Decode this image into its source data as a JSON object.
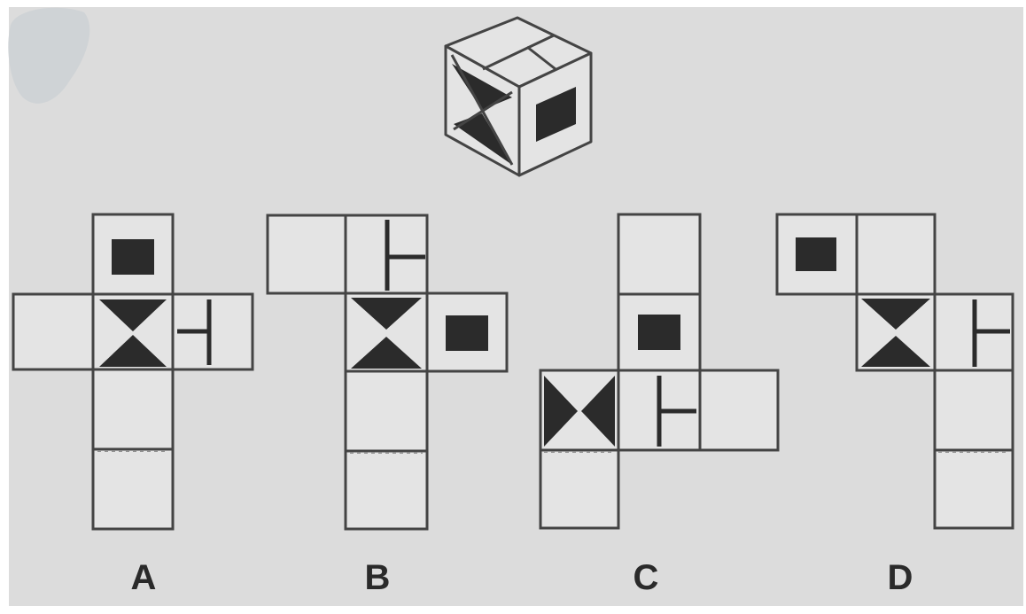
{
  "colors": {
    "background": "#dcdcdc",
    "line": "#444444",
    "fill": "#2b2b2b",
    "dotted": "#8a8a8a",
    "blob": "#cfd3d6"
  },
  "options": [
    {
      "label": "A"
    },
    {
      "label": "B"
    },
    {
      "label": "C"
    },
    {
      "label": "D"
    }
  ]
}
